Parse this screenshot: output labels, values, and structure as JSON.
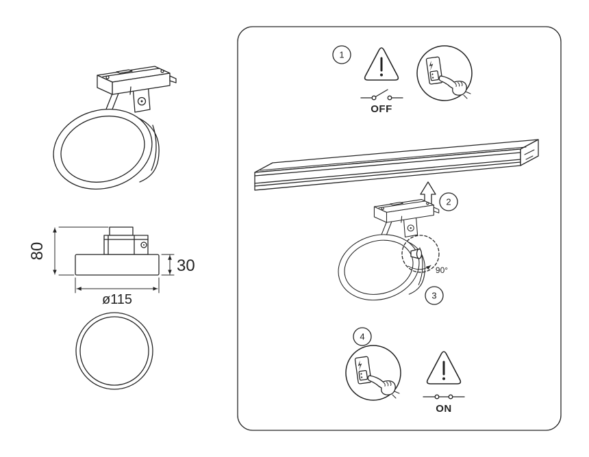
{
  "colors": {
    "line": "#222222",
    "background": "#ffffff"
  },
  "dimension_view": {
    "total_height": "80",
    "base_height": "30",
    "diameter": "ø115"
  },
  "instructions": {
    "step1": {
      "number": "1",
      "power_state": "OFF"
    },
    "step2": {
      "number": "2"
    },
    "step3": {
      "number": "3",
      "rotation_angle": "90°"
    },
    "step4": {
      "number": "4",
      "power_state": "ON"
    }
  }
}
